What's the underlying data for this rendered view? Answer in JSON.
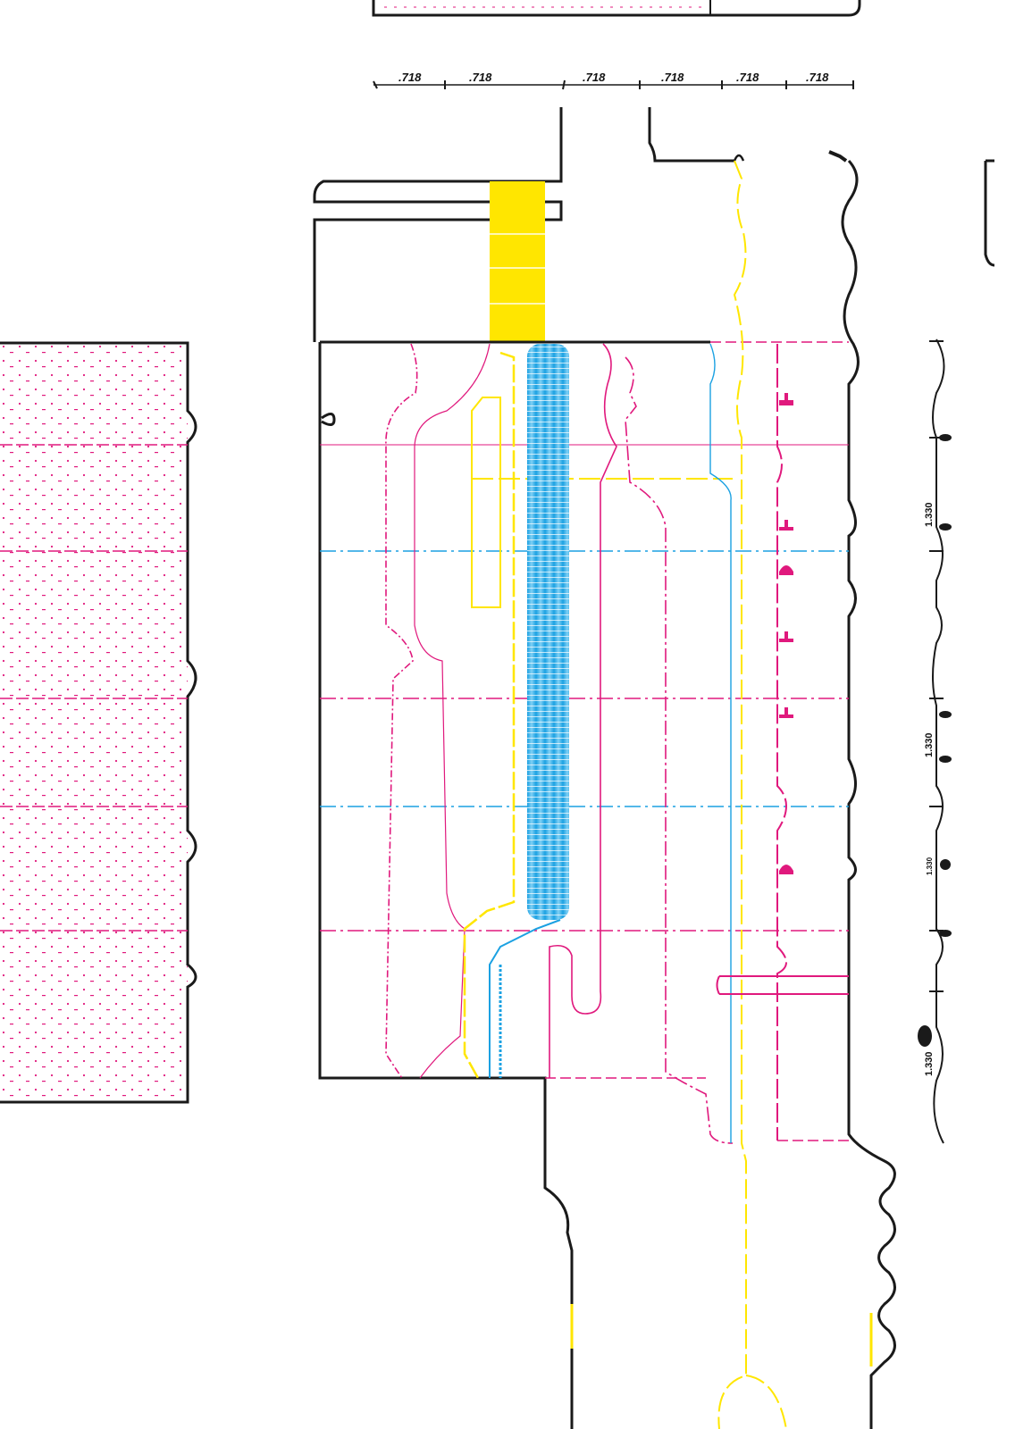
{
  "colors": {
    "ink": "#1a1a1a",
    "magenta": "#e0197d",
    "cyan": "#1ba1e2",
    "yellow": "#ffe600"
  },
  "top_dimension": {
    "labels": [
      ".718",
      ".718",
      ".718",
      ".718",
      ".718",
      ".718"
    ]
  },
  "right_scale": {
    "labels": [
      "1.330",
      "1.330",
      "1.330",
      "1.330"
    ]
  }
}
